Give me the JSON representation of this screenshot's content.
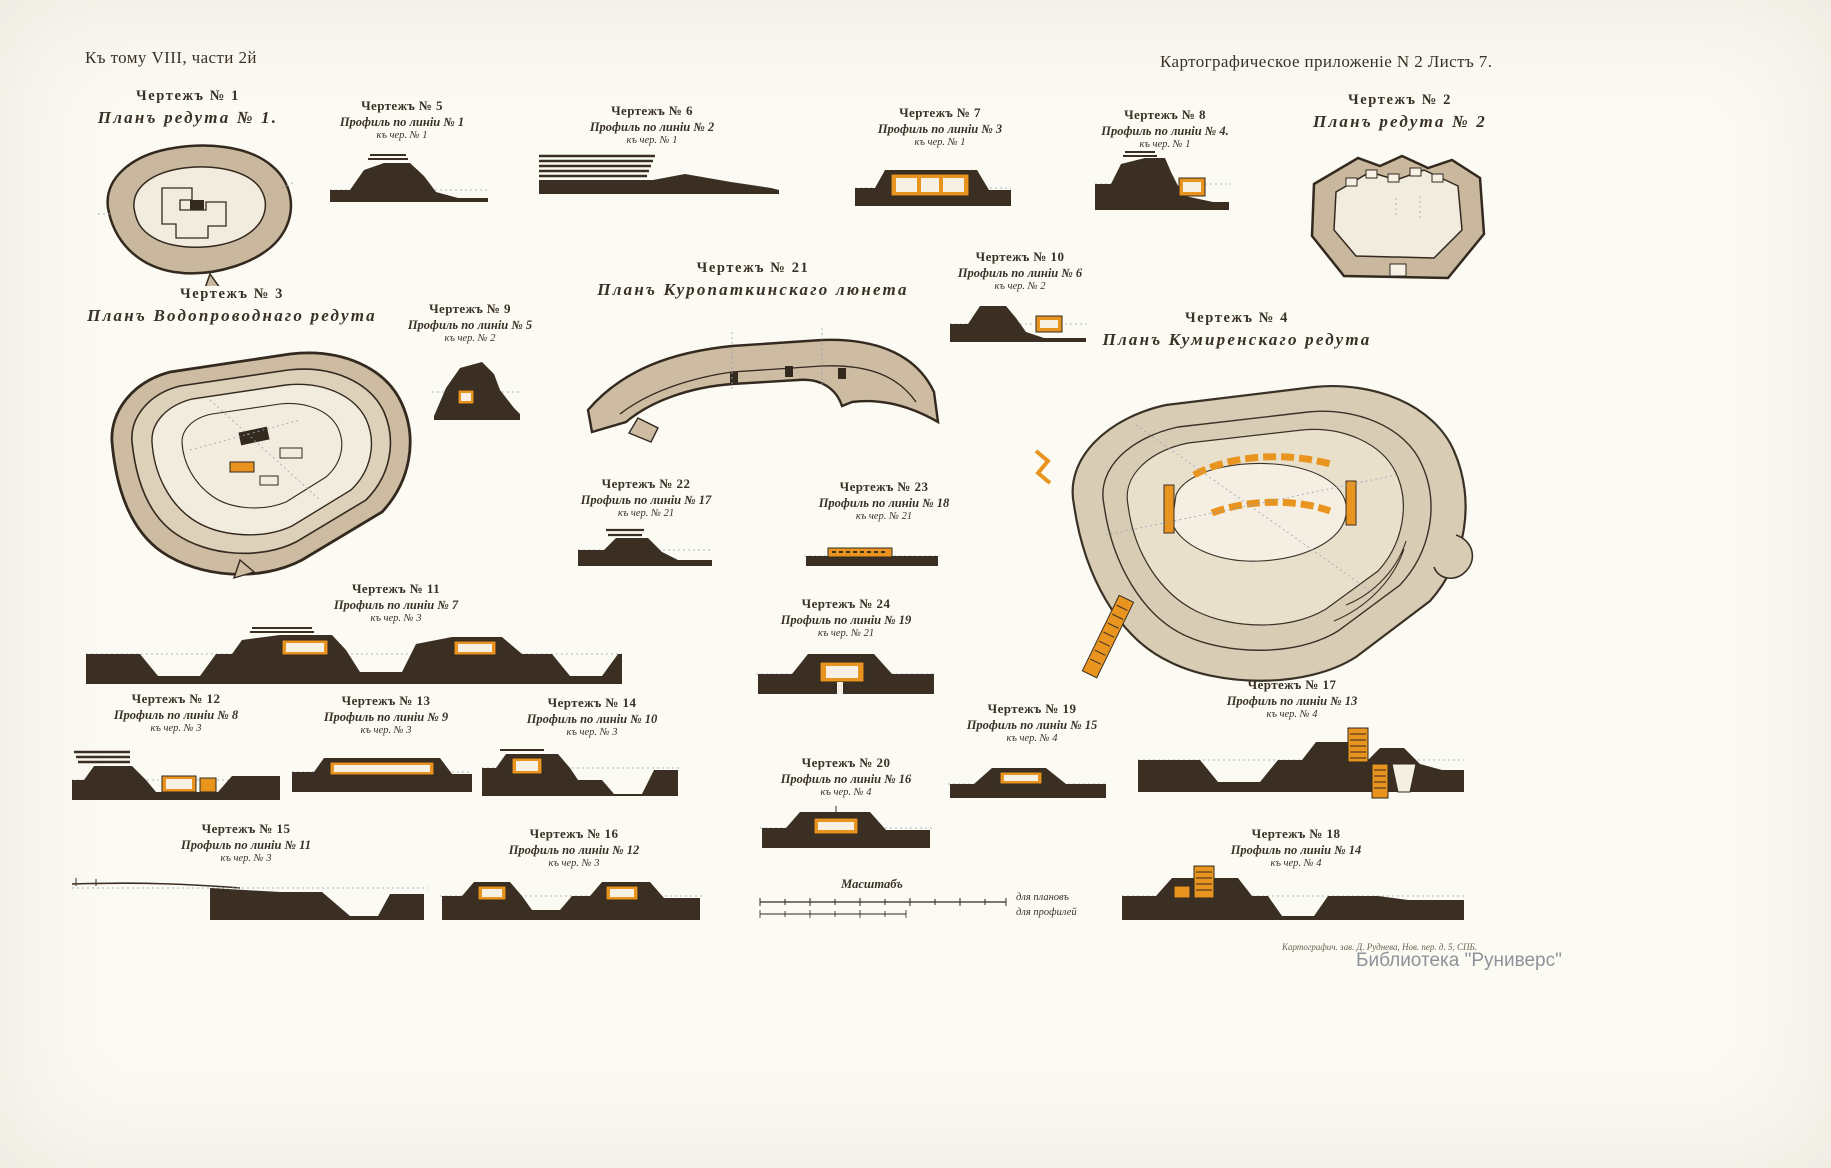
{
  "page": {
    "header_left": "Къ тому VIII, части 2й",
    "header_right": "Картографическое приложеніе N 2 Листъ 7.",
    "imprint": "Картографич. зав. Д. Руднева, Нов. пер. д. 5, СПБ.",
    "watermark": "Библиотека \"Руниверс\""
  },
  "scale": {
    "title": "Масштабъ",
    "label_plans": "для плановъ",
    "label_profiles": "для профилей"
  },
  "drawings": [
    {
      "title": "Чертежъ № 1",
      "subtitle": "Планъ редута № 1.",
      "note": ""
    },
    {
      "title": "Чертежъ № 2",
      "subtitle": "Планъ редута № 2",
      "note": ""
    },
    {
      "title": "Чертежъ № 3",
      "subtitle": "Планъ Водопроводнаго редута",
      "note": ""
    },
    {
      "title": "Чертежъ № 4",
      "subtitle": "Планъ Кумиренскаго редута",
      "note": ""
    },
    {
      "title": "Чертежъ № 5",
      "subtitle": "Профиль по линіи № 1",
      "note": "къ чер. № 1"
    },
    {
      "title": "Чертежъ № 6",
      "subtitle": "Профиль по линіи № 2",
      "note": "къ чер. № 1"
    },
    {
      "title": "Чертежъ № 7",
      "subtitle": "Профиль по линіи № 3",
      "note": "къ чер. № 1"
    },
    {
      "title": "Чертежъ № 8",
      "subtitle": "Профиль по линіи № 4.",
      "note": "къ чер. № 1"
    },
    {
      "title": "Чертежъ № 9",
      "subtitle": "Профиль по линіи № 5",
      "note": "къ чер. № 2"
    },
    {
      "title": "Чертежъ № 10",
      "subtitle": "Профиль по линіи № 6",
      "note": "къ чер. № 2"
    },
    {
      "title": "Чертежъ № 11",
      "subtitle": "Профиль по линіи № 7",
      "note": "къ чер. № 3"
    },
    {
      "title": "Чертежъ № 12",
      "subtitle": "Профиль по линіи № 8",
      "note": "къ чер. № 3"
    },
    {
      "title": "Чертежъ № 13",
      "subtitle": "Профиль по линіи № 9",
      "note": "къ чер. № 3"
    },
    {
      "title": "Чертежъ № 14",
      "subtitle": "Профиль по линіи № 10",
      "note": "къ чер. № 3"
    },
    {
      "title": "Чертежъ № 15",
      "subtitle": "Профиль по линіи № 11",
      "note": "къ чер. № 3"
    },
    {
      "title": "Чертежъ № 16",
      "subtitle": "Профиль по линіи № 12",
      "note": "къ чер. № 3"
    },
    {
      "title": "Чертежъ № 17",
      "subtitle": "Профиль по линіи № 13",
      "note": "къ чер. № 4"
    },
    {
      "title": "Чертежъ № 18",
      "subtitle": "Профиль по линіи № 14",
      "note": "къ чер. № 4"
    },
    {
      "title": "Чертежъ № 19",
      "subtitle": "Профиль по линіи № 15",
      "note": "къ чер. № 4"
    },
    {
      "title": "Чертежъ № 20",
      "subtitle": "Профиль по линіи № 16",
      "note": "къ чер. № 4"
    },
    {
      "title": "Чертежъ № 21",
      "subtitle": "Планъ Куропаткинскаго люнета",
      "note": ""
    },
    {
      "title": "Чертежъ № 22",
      "subtitle": "Профиль по линіи № 17",
      "note": "къ чер. № 21"
    },
    {
      "title": "Чертежъ № 23",
      "subtitle": "Профиль по линіи № 18",
      "note": "къ чер. № 21"
    },
    {
      "title": "Чертежъ № 24",
      "subtitle": "Профиль по линіи № 19",
      "note": "къ чер. № 21"
    }
  ],
  "colors": {
    "ink": "#33291e",
    "rampart_tan": "#c9b79e",
    "accent_orange": "#e8941f",
    "paper": "#fbfaf3"
  }
}
